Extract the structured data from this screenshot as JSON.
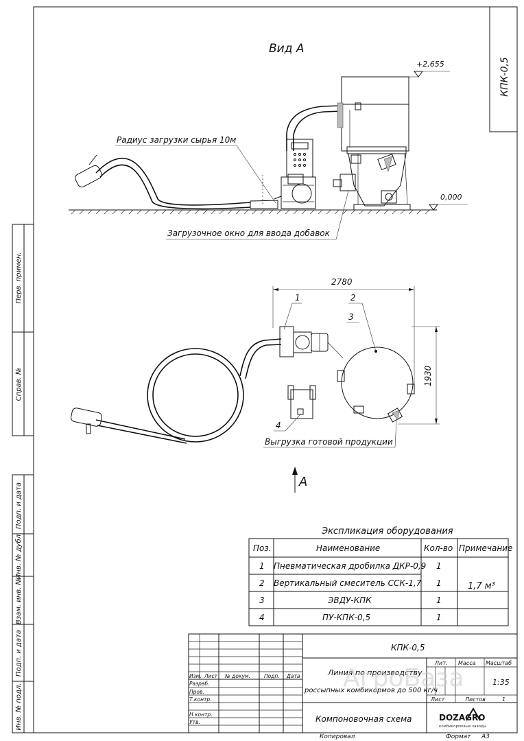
{
  "corner_code": "КПК-0,5",
  "side_stamps": [
    {
      "label": "Перв. примен."
    },
    {
      "label": "Справ. №"
    },
    {
      "label": "Подп. и дата"
    },
    {
      "label": "Инв. № дубл."
    },
    {
      "label": "Взам. инв. №"
    },
    {
      "label": "Подп. и дата"
    },
    {
      "label": "Инв. № подл."
    }
  ],
  "view_title": "Вид А",
  "elevation_top": "+2,655",
  "elevation_zero": "0,000",
  "annotation_radius": "Радиус загрузки сырья 10м",
  "annotation_window": "Загрузочное окно для ввода добавок",
  "annotation_unload": "Выгрузка готовой продукции",
  "dim_width": "2780",
  "dim_height": "1930",
  "callouts": [
    "1",
    "2",
    "3",
    "4"
  ],
  "view_arrow_label": "А",
  "explication": {
    "title": "Экспликация оборудования",
    "headers": [
      "Поз.",
      "Наименование",
      "Кол-во",
      "Примечание"
    ],
    "rows": [
      {
        "pos": "1",
        "name": "Пневматическая дробилка ДКР-0,9",
        "qty": "1",
        "note": ""
      },
      {
        "pos": "2",
        "name": "Вертикальный смеситель ССК-1,7",
        "qty": "1",
        "note": "1,7 м³"
      },
      {
        "pos": "3",
        "name": "ЭВДУ-КПК",
        "qty": "1",
        "note": ""
      },
      {
        "pos": "4",
        "name": "ПУ-КПК-0,5",
        "qty": "1",
        "note": ""
      }
    ]
  },
  "title_block": {
    "code": "КПК-0,5",
    "name_line1": "Линия по производству",
    "name_line2": "россыпных комбикормов до 500 кг/ч",
    "doc_title": "Компоновочная схема",
    "col_labels": [
      "Изм.",
      "Лист",
      "№ докум.",
      "Подп.",
      "Дата"
    ],
    "role_labels": [
      "Разраб.",
      "Пров.",
      "Т.контр.",
      "Н.контр.",
      "Утв."
    ],
    "lit_label": "Лит.",
    "mass_label": "Масса",
    "scale_label": "Масштаб",
    "scale_value": "1:35",
    "sheet_label": "Лист",
    "sheets_label": "Листов",
    "sheets_value": "1",
    "logo_main": "DOZAGRO",
    "logo_sub": "комбикормовые заводы"
  },
  "footer_copied": "Копировал",
  "footer_format_label": "Формат",
  "footer_format_value": "А3",
  "watermark": "АгроБаза"
}
